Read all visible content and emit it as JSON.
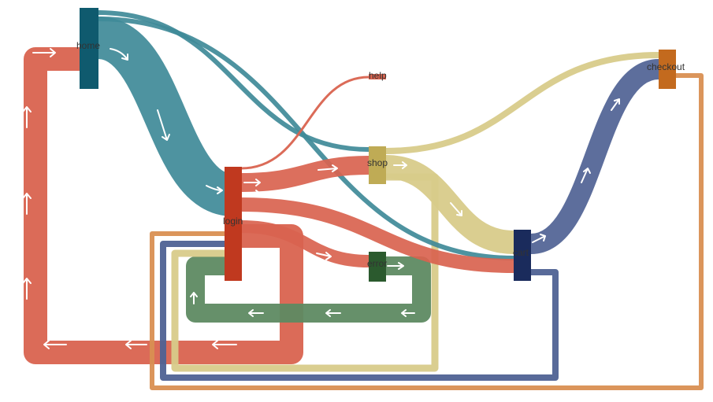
{
  "diagram": {
    "type": "sankey-flow",
    "nodes": [
      {
        "id": "home",
        "label": "home",
        "color": "#0f5a6e"
      },
      {
        "id": "login",
        "label": "login",
        "color": "#c0391f"
      },
      {
        "id": "help",
        "label": "help",
        "color": "#d9634f"
      },
      {
        "id": "shop",
        "label": "shop",
        "color": "#bfab55"
      },
      {
        "id": "error",
        "label": "error",
        "color": "#2b5a2e"
      },
      {
        "id": "cart",
        "label": "cart",
        "color": "#1a2b5c"
      },
      {
        "id": "checkout",
        "label": "checkout",
        "color": "#c36a1e"
      }
    ],
    "links": [
      {
        "source": "home",
        "target": "login",
        "color": "#3f8a98"
      },
      {
        "source": "home",
        "target": "shop",
        "color": "#3f8a98"
      },
      {
        "source": "home",
        "target": "cart",
        "color": "#3f8a98"
      },
      {
        "source": "login",
        "target": "home",
        "color": "#d9634f"
      },
      {
        "source": "login",
        "target": "help",
        "color": "#d9634f"
      },
      {
        "source": "login",
        "target": "shop",
        "color": "#d9634f"
      },
      {
        "source": "login",
        "target": "error",
        "color": "#d9634f"
      },
      {
        "source": "login",
        "target": "cart",
        "color": "#d9634f"
      },
      {
        "source": "shop",
        "target": "checkout",
        "color": "#d8cb8a"
      },
      {
        "source": "shop",
        "target": "cart",
        "color": "#d8cb8a"
      },
      {
        "source": "shop",
        "target": "login",
        "color": "#d8cb8a"
      },
      {
        "source": "error",
        "target": "login",
        "color": "#5e8a62"
      },
      {
        "source": "cart",
        "target": "checkout",
        "color": "#4f6294"
      },
      {
        "source": "cart",
        "target": "login",
        "color": "#4f6294"
      },
      {
        "source": "checkout",
        "target": "login",
        "color": "#d98f52"
      }
    ]
  }
}
